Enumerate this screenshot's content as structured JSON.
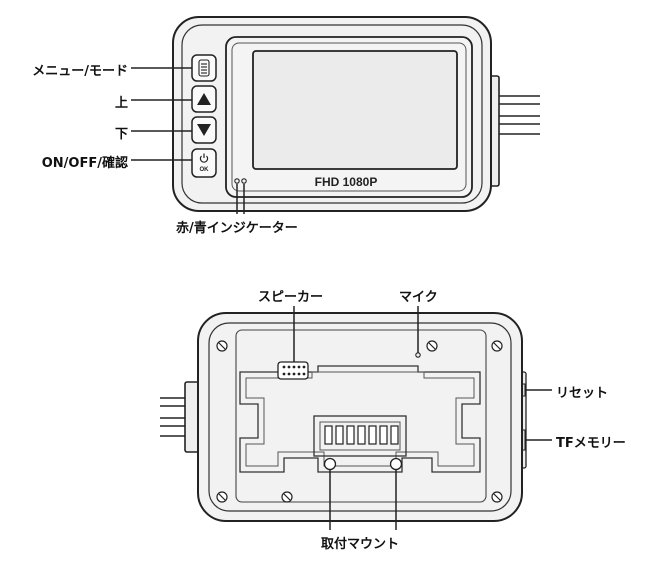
{
  "front": {
    "screen_text": "FHD 1080P",
    "callouts": {
      "menu_mode": "メニュー/モード",
      "up": "上",
      "down": "下",
      "power_confirm": "ON/OFF/確認",
      "indicator": "赤/青インジケーター"
    },
    "ok_button_text": "OK"
  },
  "back": {
    "callouts": {
      "speaker": "スピーカー",
      "mic": "マイク",
      "reset": "リセット",
      "tf_memory": "TFメモリー",
      "mount": "取付マウント"
    }
  },
  "colors": {
    "line": "#222222",
    "body_fill": "#f2f2f2",
    "screen_fill": "#ebebeb"
  }
}
